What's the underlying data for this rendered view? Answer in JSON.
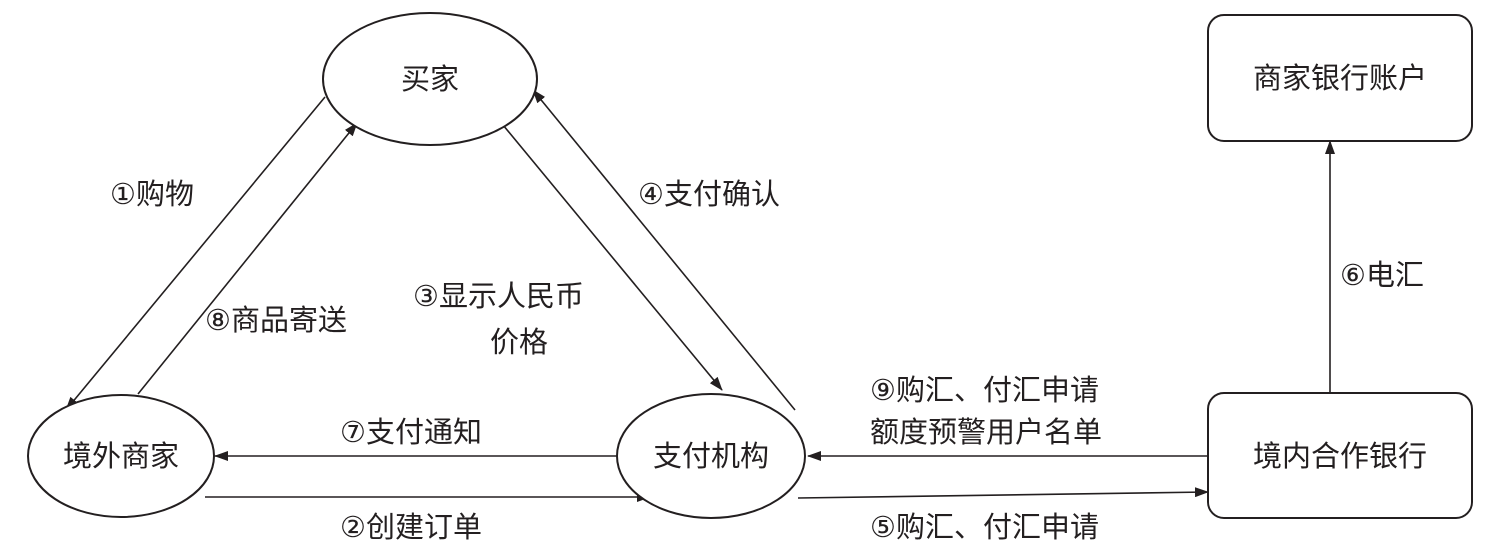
{
  "nodes": {
    "buyer": "买家",
    "overseas_merchant": "境外商家",
    "payment_institution": "支付机构",
    "domestic_bank": "境内合作银行",
    "merchant_bank_account": "商家银行账户"
  },
  "edges": {
    "e1": "①购物",
    "e2": "②创建订单",
    "e3_line1": "③显示人民币",
    "e3_line2": "价格",
    "e4": "④支付确认",
    "e5": "⑤购汇、付汇申请",
    "e6": "⑥电汇",
    "e7": "⑦支付通知",
    "e8": "⑧商品寄送",
    "e9_line1": "⑨购汇、付汇申请",
    "e9_line2": "额度预警用户名单"
  }
}
